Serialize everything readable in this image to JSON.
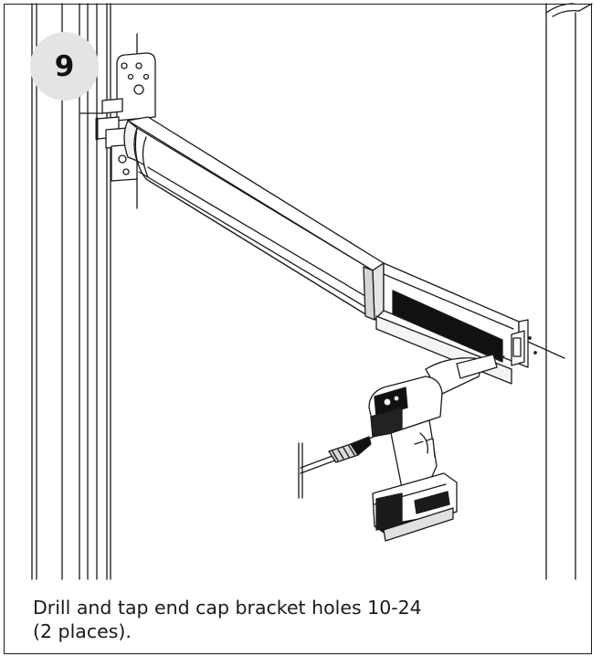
{
  "step": {
    "number": "9"
  },
  "caption": {
    "line1": "Drill and tap end cap bracket holes 10-24",
    "line2": "(2 places)."
  }
}
